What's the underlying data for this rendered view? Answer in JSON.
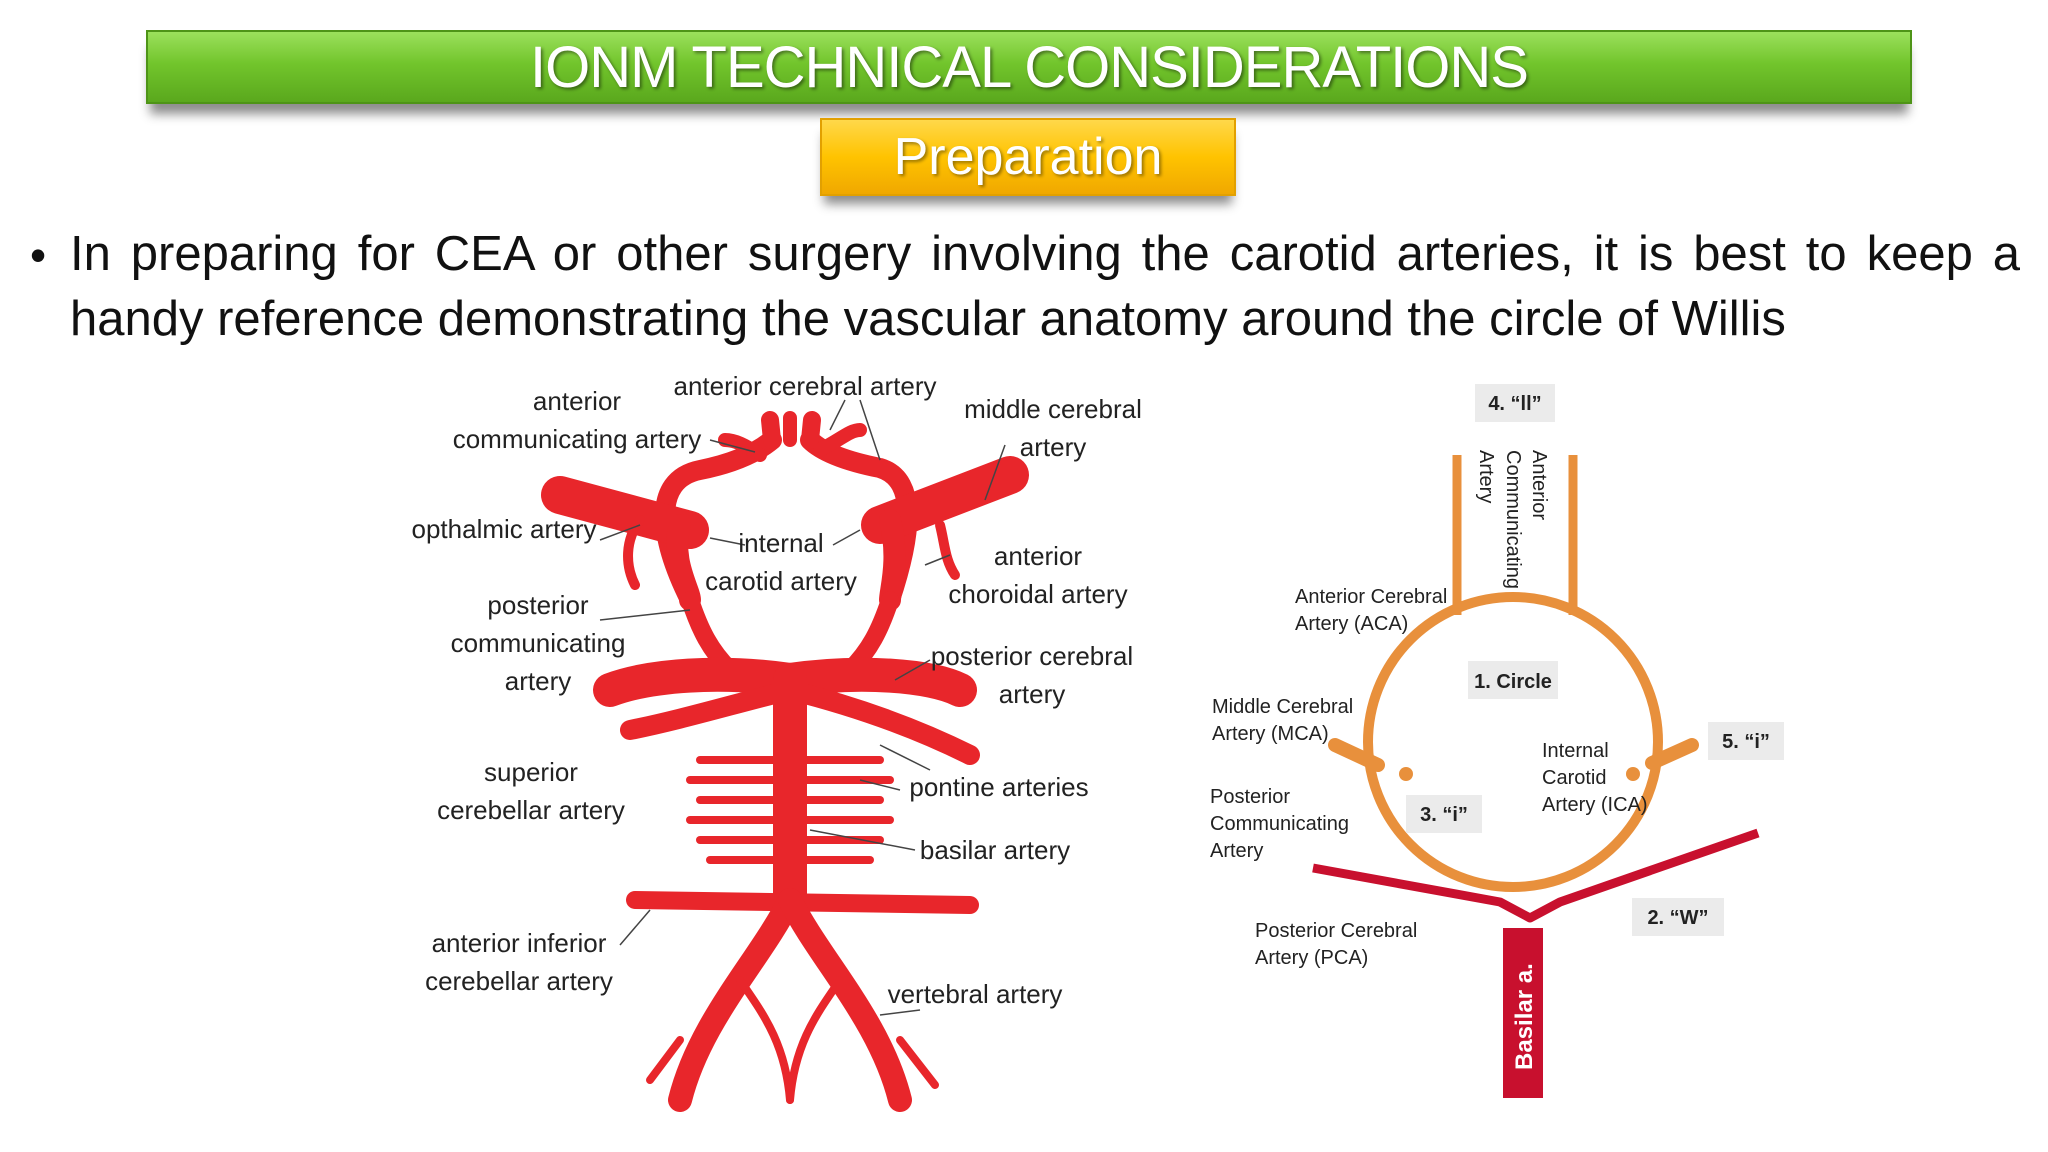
{
  "header": {
    "title": "IONM TECHNICAL CONSIDERATIONS",
    "subtitle": "Preparation"
  },
  "bullet": {
    "text": "In preparing for CEA or other surgery involving the carotid arteries, it is best to keep a handy reference demonstrating the vascular anatomy around the circle of Willis"
  },
  "left_diagram": {
    "labels": {
      "anterior_communicating_1": "anterior",
      "anterior_communicating_2": "communicating artery",
      "anterior_cerebral": "anterior cerebral artery",
      "middle_cerebral_1": "middle cerebral",
      "middle_cerebral_2": "artery",
      "opthalmic": "opthalmic artery",
      "internal_carotid_1": "internal",
      "internal_carotid_2": "carotid artery",
      "anterior_choroidal_1": "anterior",
      "anterior_choroidal_2": "choroidal artery",
      "posterior_communicating_1": "posterior",
      "posterior_communicating_2": "communicating",
      "posterior_communicating_3": "artery",
      "posterior_cerebral_1": "posterior cerebral",
      "posterior_cerebral_2": "artery",
      "superior_cerebellar_1": "superior",
      "superior_cerebellar_2": "cerebellar artery",
      "pontine": "pontine arteries",
      "basilar": "basilar artery",
      "aica_1": "anterior inferior",
      "aica_2": "cerebellar artery",
      "vertebral": "vertebral artery"
    },
    "colors": {
      "artery": "#e8262b",
      "artery_dark": "#b7161a"
    }
  },
  "right_diagram": {
    "labels": {
      "box4": "4. “ll”",
      "acom_1": "Anterior",
      "acom_2": "Communicating",
      "acom_3": "Artery",
      "aca_1": "Anterior Cerebral",
      "aca_2": "Artery (ACA)",
      "box1": "1. Circle",
      "mca_1": "Middle Cerebral",
      "mca_2": "Artery (MCA)",
      "ica_1": "Internal",
      "ica_2": "Carotid",
      "ica_3": "Artery (ICA)",
      "box5": "5. “i”",
      "pcom_1": "Posterior",
      "pcom_2": "Communicating",
      "pcom_3": "Artery",
      "box3": "3. “i”",
      "box2": "2. “W”",
      "pca_1": "Posterior Cerebral",
      "pca_2": "Artery (PCA)",
      "basilar": "Basilar a."
    },
    "colors": {
      "circle": "#e8903c",
      "w_line": "#c8102e",
      "box_bg": "#ebebeb"
    }
  }
}
